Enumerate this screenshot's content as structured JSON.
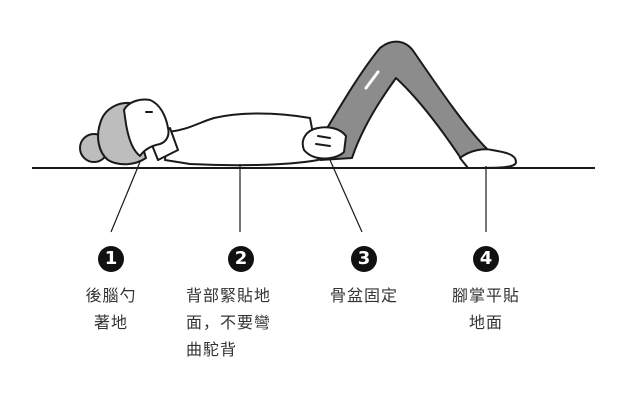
{
  "callouts": [
    {
      "number": "1",
      "lines": [
        "後腦勺",
        "著地"
      ]
    },
    {
      "number": "2",
      "lines": [
        "背部緊貼地",
        "面，不要彎",
        "曲駝背"
      ]
    },
    {
      "number": "3",
      "lines": [
        "骨盆固定"
      ]
    },
    {
      "number": "4",
      "lines": [
        "腳掌平貼",
        "地面"
      ]
    }
  ],
  "colors": {
    "ink": "#1a1a1a",
    "hair": "#bdbdbd",
    "clothing": "#8c8c8c",
    "skin": "#ffffff",
    "badge": "#111111"
  }
}
